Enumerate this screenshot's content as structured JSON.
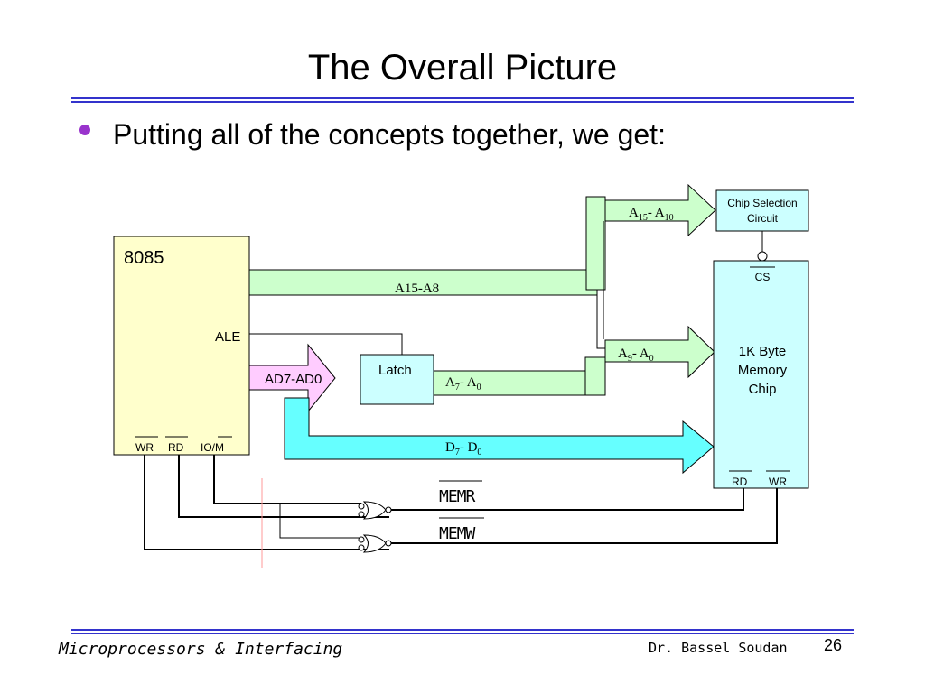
{
  "slide": {
    "title": "The Overall Picture",
    "bullet": "Putting all of the concepts together, we get:",
    "footer_left": "Microprocessors & Interfacing",
    "footer_right": "Dr. Bassel Soudan",
    "page_number": "26"
  },
  "diagram": {
    "cpu_label": "8085",
    "ale_label": "ALE",
    "ad_bus_label": "AD7-AD0",
    "latch_label": "Latch",
    "pin_wr": "WR",
    "pin_rd": "RD",
    "pin_iom": "IO/M",
    "bus_a15_a8": "A15-A8",
    "bus_a15_a10": {
      "base1": "A",
      "sub1": "15",
      "mid": "- A",
      "sub2": "10"
    },
    "bus_a9_a0": {
      "base1": "A",
      "sub1": "9",
      "mid": "- A",
      "sub2": "0"
    },
    "bus_a7_a0": {
      "base1": "A",
      "sub1": "7",
      "mid": "- A",
      "sub2": "0"
    },
    "bus_d7_d0": {
      "base1": "D",
      "sub1": "7",
      "mid": "- D",
      "sub2": "0"
    },
    "chip_select_line1": "Chip Selection",
    "chip_select_line2": "Circuit",
    "cs_label": "CS",
    "memory_line1": "1K Byte",
    "memory_line2": "Memory",
    "memory_line3": "Chip",
    "mem_rd": "RD",
    "mem_wr": "WR",
    "memr_label": "MEMR",
    "memw_label": "MEMW",
    "colors": {
      "cpu_fill": "#ffffcc",
      "address_bus_fill": "#ccffcc",
      "ad_bus_fill": "#ffccff",
      "data_bus_fill": "#66ffff",
      "chip_fill": "#ccffff",
      "rule": "#3333cc",
      "bullet": "#9933cc"
    }
  }
}
